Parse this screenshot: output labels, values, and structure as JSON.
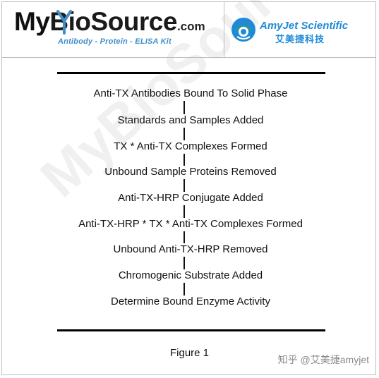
{
  "header": {
    "left_logo": {
      "my": "My",
      "bio": "Bio",
      "source": "Source",
      "com": ".com",
      "tagline": "Antibody - Protein - ELISA Kit"
    },
    "right_logo": {
      "name": "AmyJet Scientific",
      "chinese_name": "艾美捷科技"
    }
  },
  "diagram": {
    "steps": [
      "Anti-TX Antibodies Bound To Solid Phase",
      "Standards and Samples Added",
      "TX * Anti-TX Complexes Formed",
      "Unbound Sample Proteins Removed",
      "Anti-TX-HRP Conjugate Added",
      "Anti-TX-HRP * TX * Anti-TX Complexes Formed",
      "Unbound Anti-TX-HRP Removed",
      "Chromogenic Substrate Added",
      "Determine Bound Enzyme Activity"
    ],
    "caption": "Figure 1"
  },
  "watermark": "MyBioSource.com",
  "footer_credit": "知乎 @艾美捷amyjet",
  "colors": {
    "accent_blue": "#1f8bd6",
    "tagline_blue": "#3e8fc9",
    "amyjet_green": "#3aa64a"
  }
}
